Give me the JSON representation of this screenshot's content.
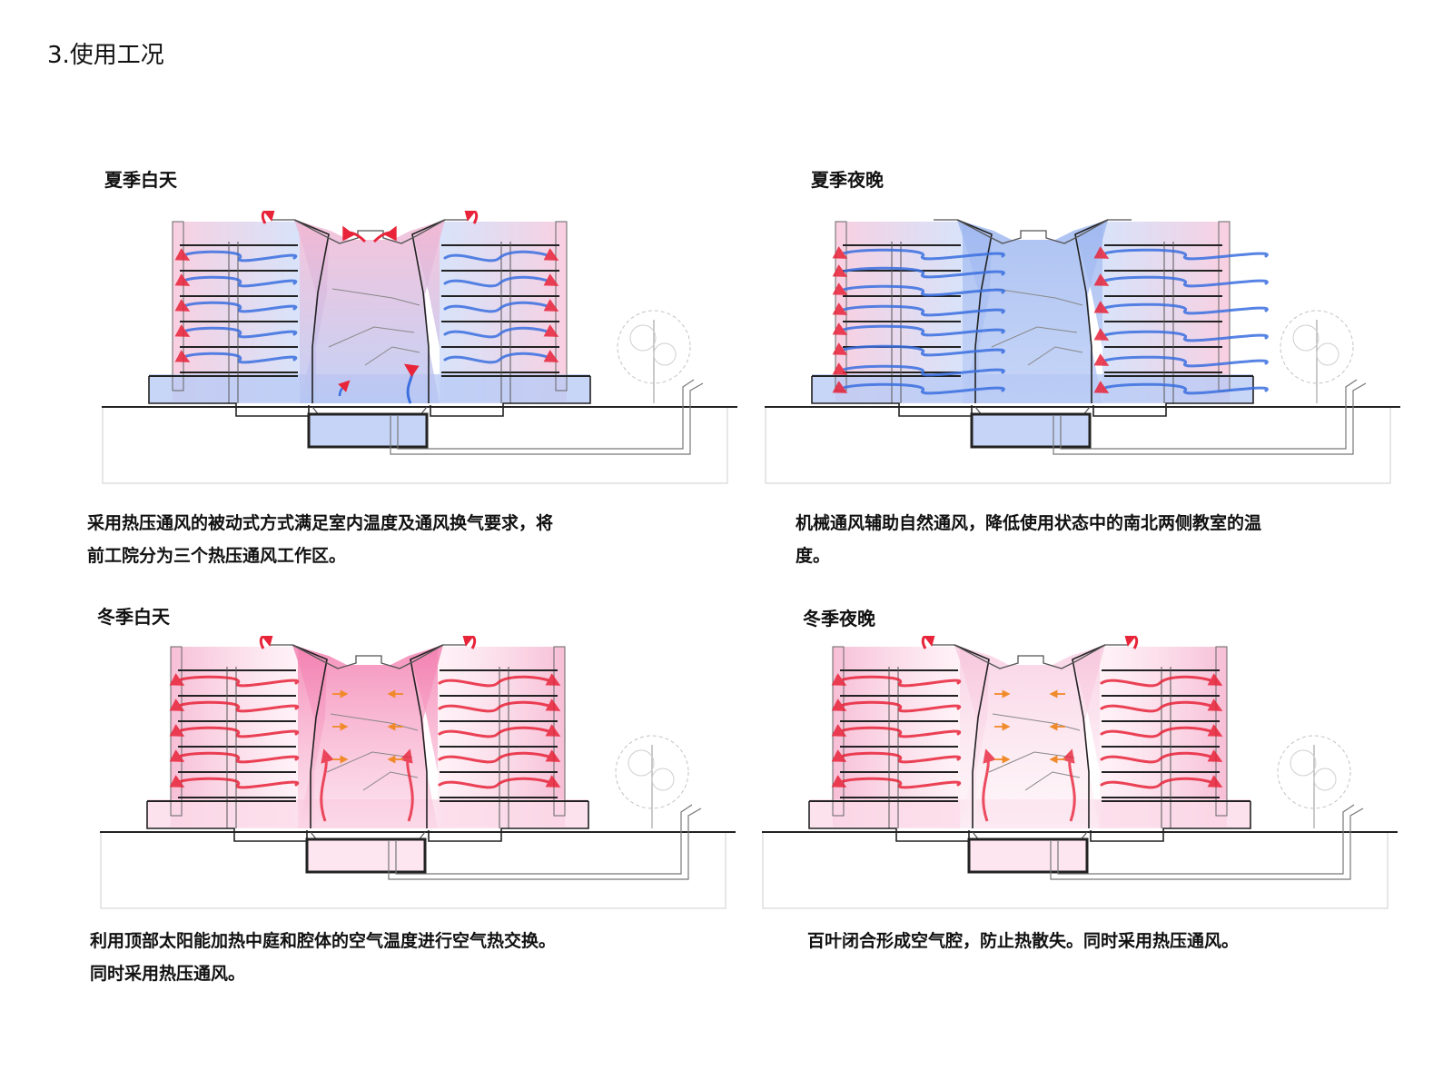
{
  "page": {
    "title": "3.使用工况"
  },
  "panels": [
    {
      "id": "summer-day",
      "title": "夏季白天",
      "mode": "cool-hot-stack",
      "caption_lines": [
        "采用热压通风的被动式方式满足室内温度及通风换气要求，将",
        "前工院分为三个热压通风工作区。"
      ]
    },
    {
      "id": "summer-night",
      "title": "夏季夜晚",
      "mode": "cool-mechanical",
      "caption_lines": [
        "机械通风辅助自然通风，降低使用状态中的南北两侧教室的温",
        "度。"
      ]
    },
    {
      "id": "winter-day",
      "title": "冬季白天",
      "mode": "warm-solar",
      "caption_lines": [
        "利用顶部太阳能加热中庭和腔体的空气温度进行空气热交换。",
        "同时采用热压通风。"
      ]
    },
    {
      "id": "winter-night",
      "title": "冬季夜晚",
      "mode": "warm-closed",
      "caption_lines": [
        "百叶闭合形成空气腔，防止热散失。同时采用热压通风。"
      ]
    }
  ],
  "colors": {
    "warm_red": "#e8243a",
    "cool_blue": "#3a6fe0",
    "pink_fill": "#f4a9c8",
    "blue_fill": "#a9c0f2",
    "orange_arrow": "#f08a2a",
    "structure": "#222222"
  }
}
